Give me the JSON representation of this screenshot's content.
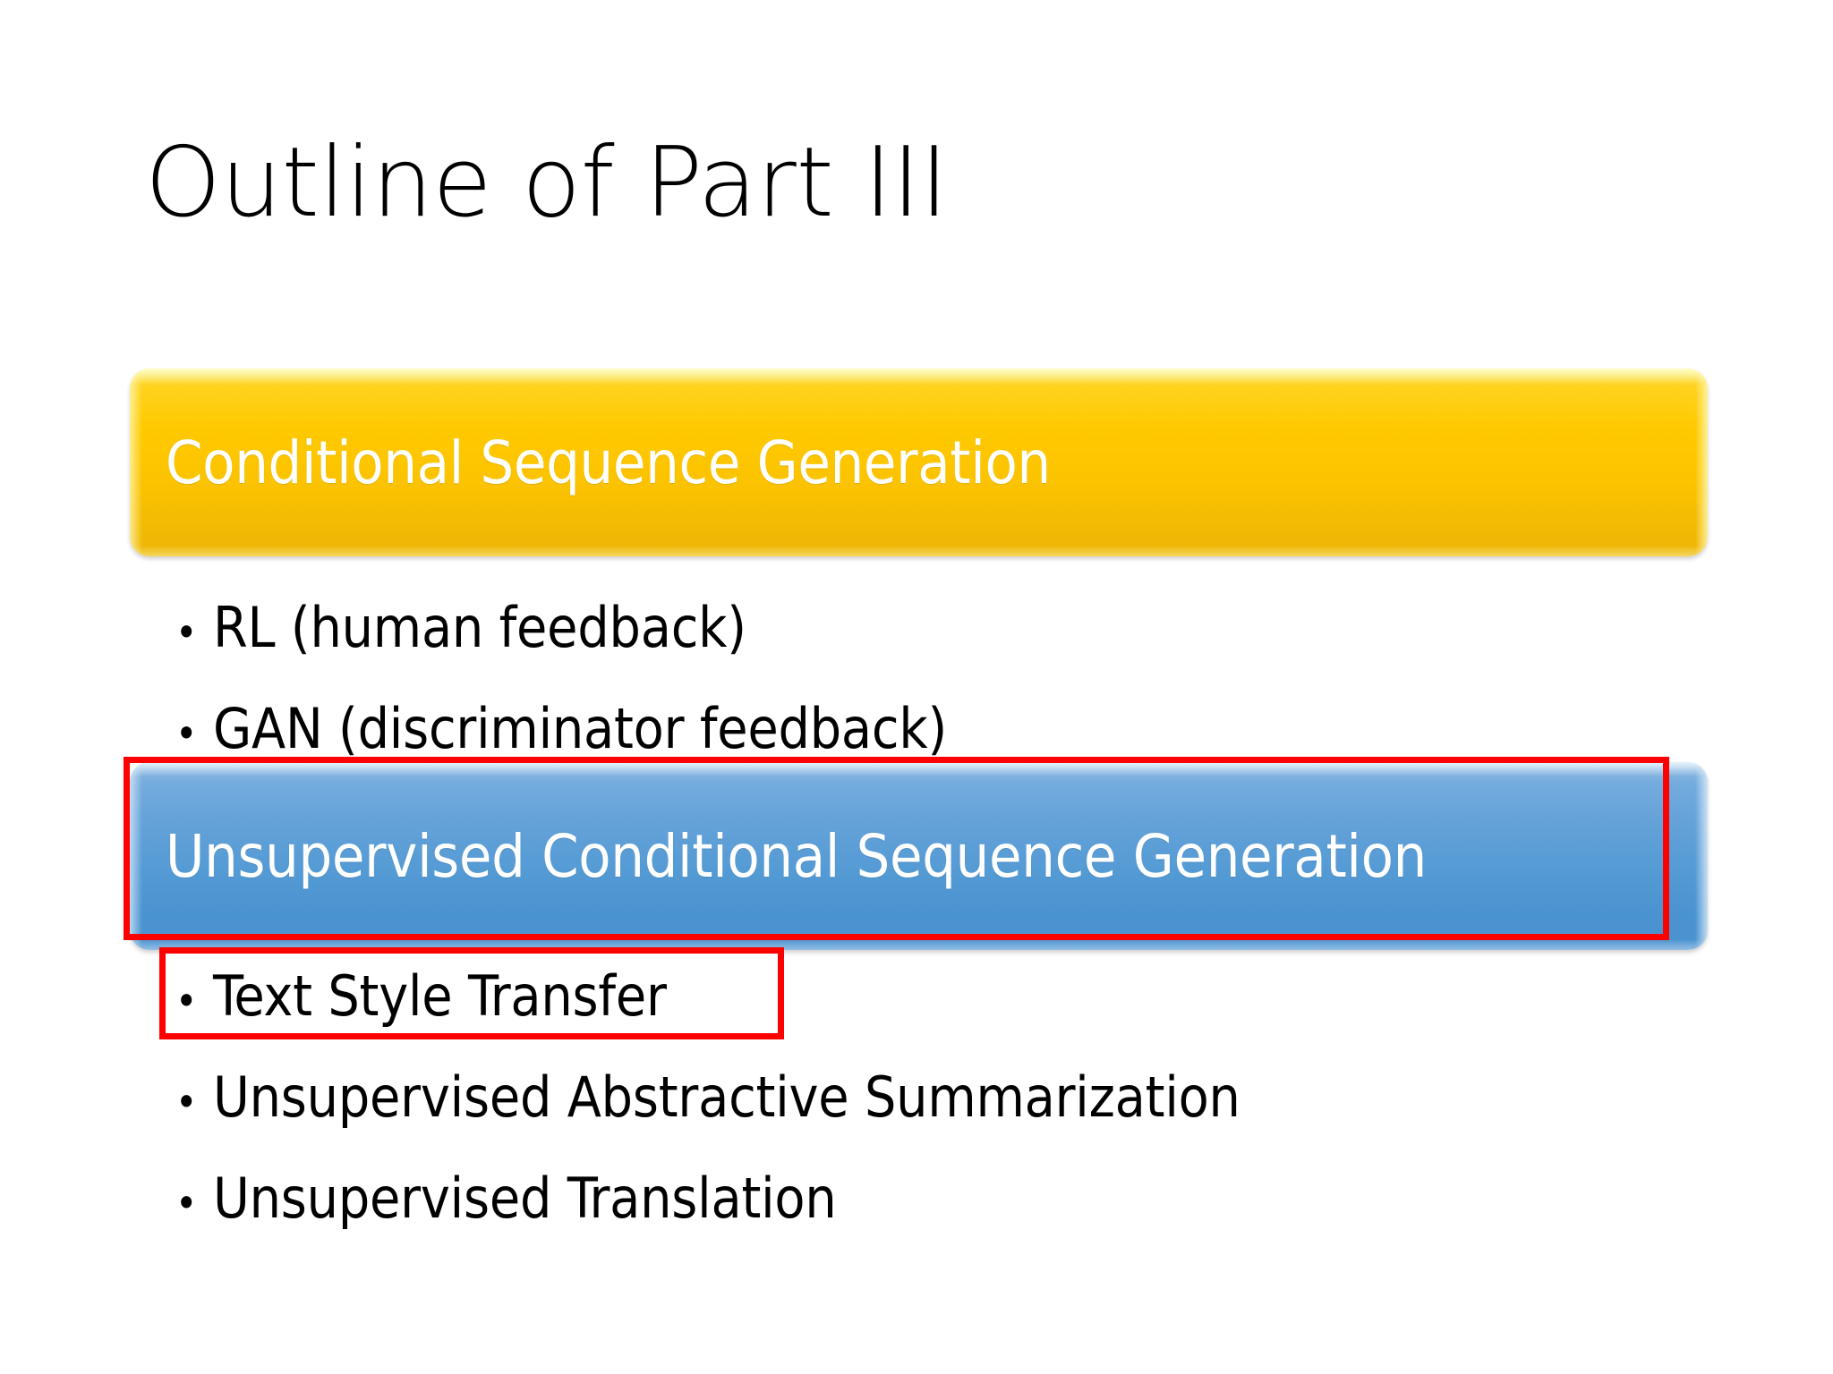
{
  "slide": {
    "title": "Outline of Part III",
    "background_color": "#ffffff",
    "sections": [
      {
        "banner_label": "Conditional Sequence Generation",
        "banner_color": "#ffc900",
        "banner_text_color": "#ffffff",
        "bullets": [
          "RL (human feedback)",
          "GAN (discriminator feedback)"
        ]
      },
      {
        "banner_label": "Unsupervised Conditional Sequence Generation",
        "banner_color": "#539ad4",
        "banner_text_color": "#ffffff",
        "bullets": [
          "Text Style Transfer",
          "Unsupervised Abstractive Summarization",
          "Unsupervised Translation"
        ]
      }
    ],
    "bullet_glyph": "•",
    "annotations": {
      "highlight_color": "#ff0000",
      "boxes": [
        {
          "target": "Unsupervised Conditional Sequence Generation"
        },
        {
          "target": "Text Style Transfer"
        }
      ]
    }
  }
}
